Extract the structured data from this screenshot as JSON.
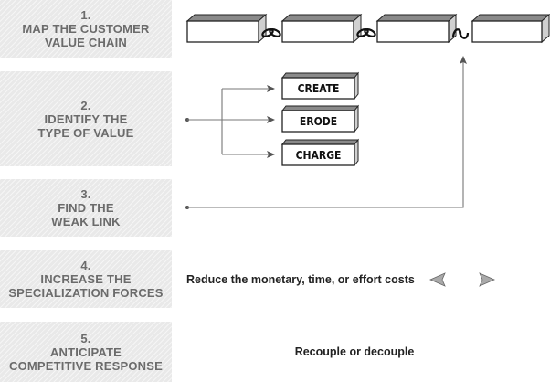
{
  "steps": [
    {
      "number": "1.",
      "lines": [
        "MAP THE CUSTOMER",
        "VALUE CHAIN"
      ]
    },
    {
      "number": "2.",
      "lines": [
        "IDENTIFY THE",
        "TYPE OF VALUE"
      ]
    },
    {
      "number": "3.",
      "lines": [
        "FIND THE",
        "WEAK LINK"
      ]
    },
    {
      "number": "4.",
      "lines": [
        "INCREASE THE",
        "SPECIALIZATION FORCES"
      ]
    },
    {
      "number": "5.",
      "lines": [
        "ANTICIPATE",
        "COMPETITIVE RESPONSE"
      ]
    }
  ],
  "value_types": [
    "CREATE",
    "ERODE",
    "CHARGE"
  ],
  "step4_text": "Reduce the monetary, time, or effort costs",
  "step5_text": "Recouple or decouple",
  "chain_links": 4,
  "colors": {
    "panel": "#e9e9e9",
    "panel_text": "#6b6b6b",
    "line": "#777777",
    "box_top": "#8a8a8a"
  }
}
